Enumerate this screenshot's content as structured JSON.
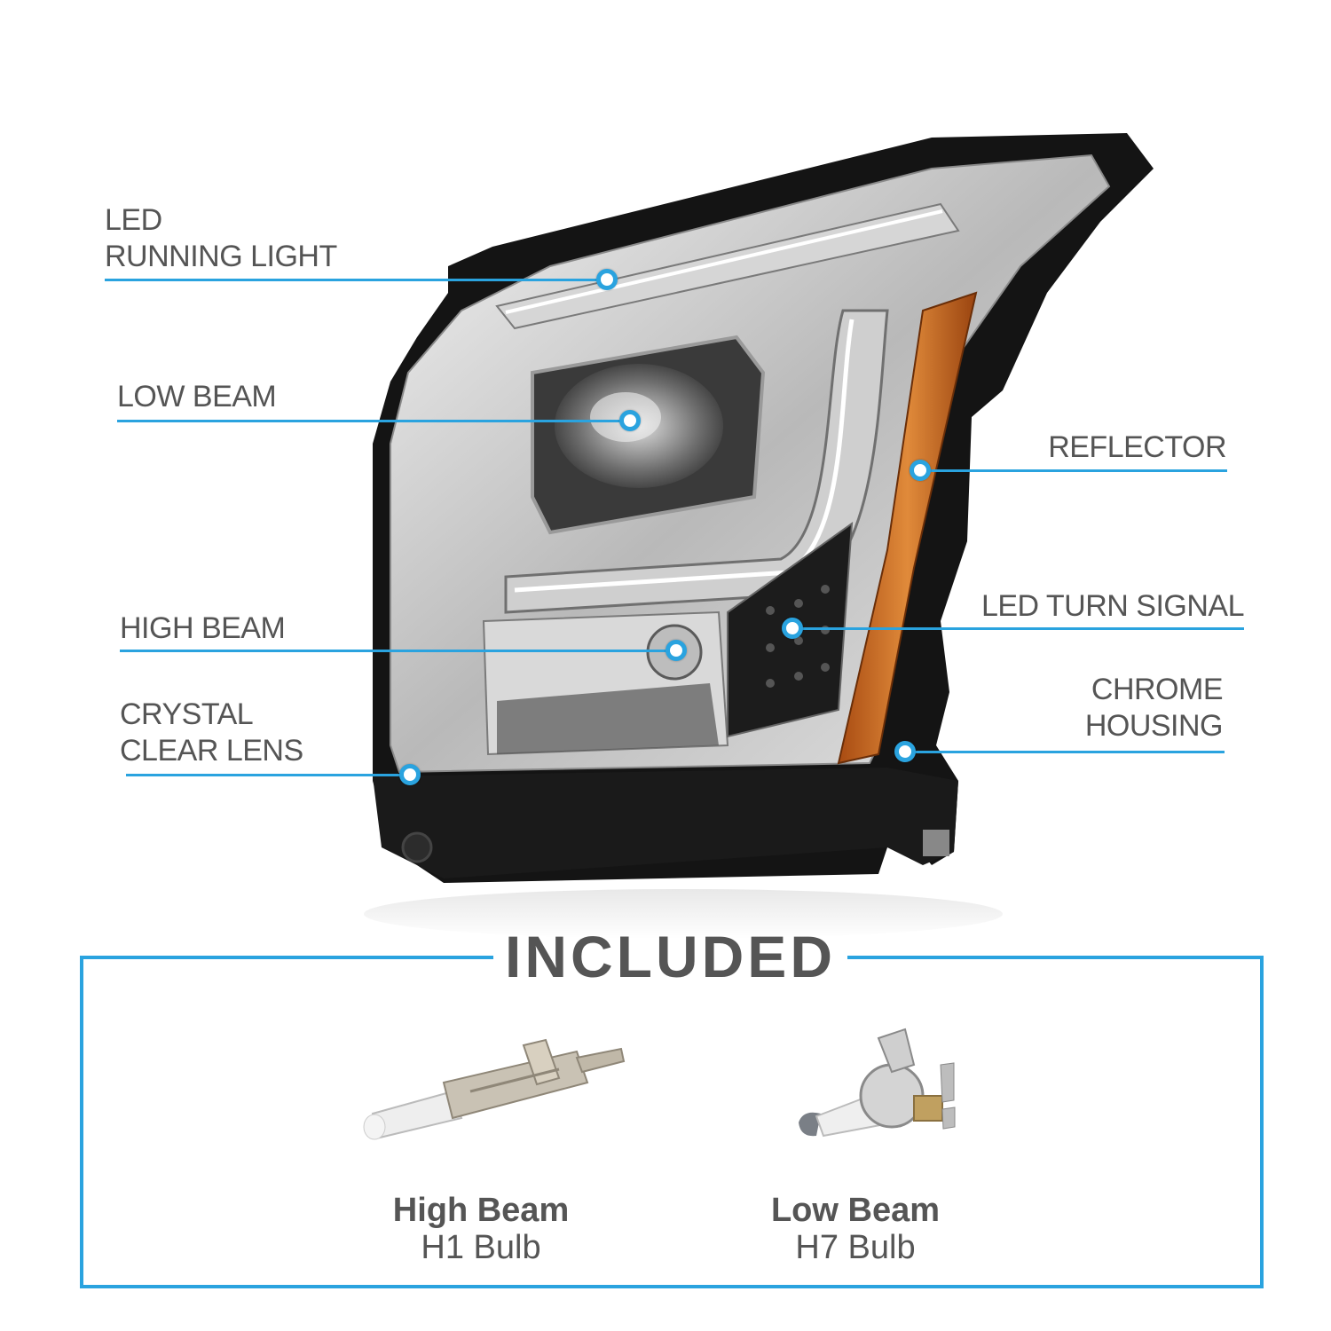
{
  "callouts": {
    "led_running_light": [
      "LED",
      "RUNNING LIGHT"
    ],
    "low_beam": "LOW BEAM",
    "high_beam": "HIGH BEAM",
    "crystal_clear_lens": [
      "CRYSTAL",
      "CLEAR LENS"
    ],
    "reflector": "REFLECTOR",
    "led_turn_signal": "LED TURN SIGNAL",
    "chrome_housing": [
      "CHROME",
      "HOUSING"
    ]
  },
  "included": {
    "title": "INCLUDED",
    "items": [
      {
        "name": "High Beam",
        "bulb": "H1 Bulb"
      },
      {
        "name": "Low Beam",
        "bulb": "H7 Bulb"
      }
    ]
  },
  "colors": {
    "accent": "#2aa3df",
    "text": "#555555",
    "amber": "#c8651a"
  }
}
